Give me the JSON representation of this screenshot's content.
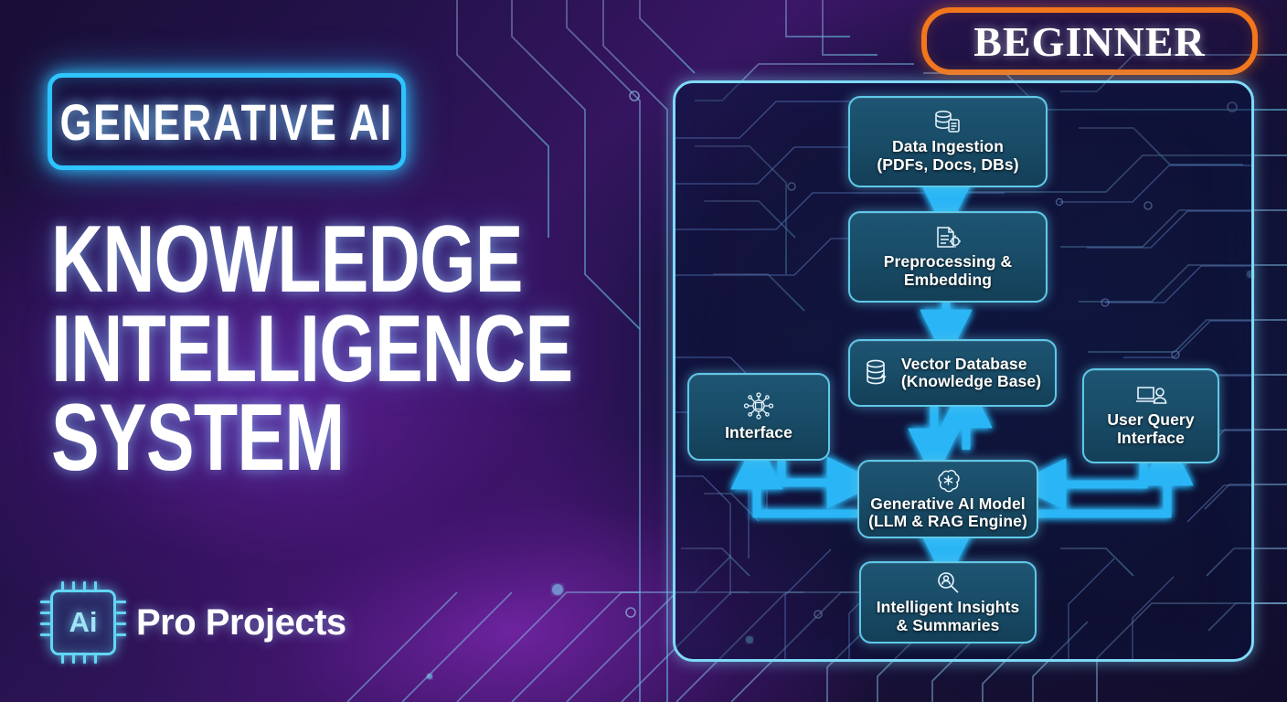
{
  "badge": {
    "level_label": "BEGINNER",
    "border_color": "#f2761c"
  },
  "left": {
    "eyebrow": "GENERATIVE AI",
    "headline_lines": [
      "KNOWLEDGE",
      "INTELLIGENCE",
      "SYSTEM"
    ],
    "logo": {
      "chip_text": "Ai",
      "brand": "Pro Projects"
    }
  },
  "colors": {
    "accent_cyan": "#2fc5ff",
    "node_border": "#5fc8e8",
    "node_fill": "#184b66",
    "arrow": "#29b6f6",
    "panel_border": "#7fd9f7",
    "background_purple": "#3a1666"
  },
  "diagram": {
    "title": "Knowledge Intelligence System architecture",
    "nodes": [
      {
        "id": "data-ingestion",
        "icon": "database-document-icon",
        "line1": "Data Ingestion",
        "line2": "(PDFs, Docs, DBs)"
      },
      {
        "id": "preprocessing",
        "icon": "document-gear-icon",
        "line1": "Preprocessing &",
        "line2": "Embedding"
      },
      {
        "id": "vector-database",
        "icon": "database-bolt-icon",
        "line1": "Vector Database",
        "line2": "(Knowledge Base)"
      },
      {
        "id": "interface",
        "icon": "ai-network-chip-icon",
        "line1": "Interface",
        "line2": ""
      },
      {
        "id": "user-query",
        "icon": "monitor-user-icon",
        "line1": "User Query",
        "line2": "Interface"
      },
      {
        "id": "genai-model",
        "icon": "openai-swirl-icon",
        "line1": "Generative AI Model",
        "line2": "(LLM & RAG Engine)"
      },
      {
        "id": "insights",
        "icon": "magnifier-user-icon",
        "line1": "Intelligent Insights",
        "line2": "& Summaries"
      }
    ],
    "edges": [
      {
        "from": "data-ingestion",
        "to": "preprocessing",
        "direction": "down"
      },
      {
        "from": "preprocessing",
        "to": "vector-database",
        "direction": "down"
      },
      {
        "from": "vector-database",
        "to": "genai-model",
        "direction": "down"
      },
      {
        "from": "genai-model",
        "to": "vector-database",
        "direction": "up"
      },
      {
        "from": "interface",
        "to": "genai-model",
        "direction": "right"
      },
      {
        "from": "genai-model",
        "to": "interface",
        "direction": "left-up"
      },
      {
        "from": "user-query",
        "to": "genai-model",
        "direction": "left"
      },
      {
        "from": "genai-model",
        "to": "user-query",
        "direction": "right-up"
      },
      {
        "from": "genai-model",
        "to": "insights",
        "direction": "down"
      }
    ]
  }
}
